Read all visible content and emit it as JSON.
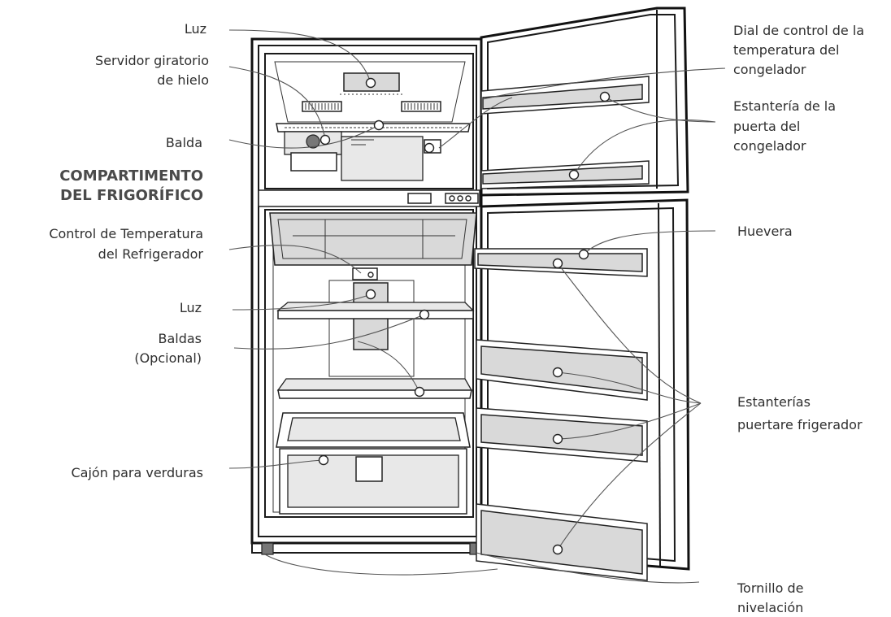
{
  "cut_header": "COMPARTIMENTO",
  "heading": {
    "line1": "COMPARTIMENTO",
    "line2": "DEL FRIGORÍFICO"
  },
  "labels": {
    "luz_top": "Luz",
    "servidor": [
      "Servidor giratorio",
      "de hielo"
    ],
    "balda": "Balda",
    "control_ref": [
      "Control de Temperatura",
      "del Refrigerador"
    ],
    "luz_mid": "Luz",
    "baldas": [
      "Baldas",
      "(Opcional)"
    ],
    "cajon": "Cajón para verduras",
    "dial": [
      "Dial de control de la",
      "temperatura del",
      "congelador"
    ],
    "est_cong": [
      "Estantería de la",
      "puerta del",
      "congelador"
    ],
    "huevera": "Huevera",
    "est_ref": [
      "Estanterías",
      "puertare frigerador"
    ],
    "tornillo": [
      "Tornillo de",
      "nivelación"
    ]
  },
  "colors": {
    "line": "#555555",
    "outline": "#111111",
    "shelf_fill": "#d9d9d9",
    "text": "#2f2f2f"
  }
}
